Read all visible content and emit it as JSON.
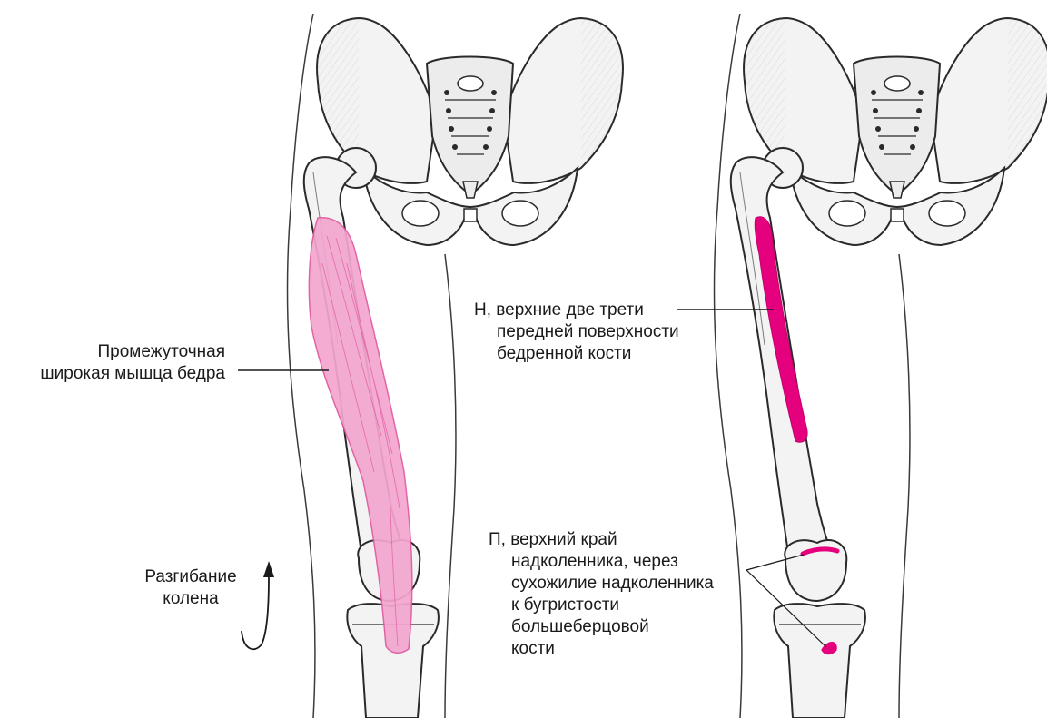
{
  "labels": {
    "muscle_name": [
      "Промежуточная",
      "широкая мышца бедра"
    ],
    "action": [
      "Разгибание",
      "колена"
    ],
    "origin": [
      "Н, верхние две трети",
      "передней поверхности",
      "бедренной кости"
    ],
    "insertion": [
      "П, верхний край",
      "надколенника, через",
      "сухожилие надколенника",
      "к бугристости",
      "большеберцовой",
      "кости"
    ]
  },
  "colors": {
    "muscle_fill": "#f4a6cf",
    "muscle_stroke": "#e0579f",
    "attachment": "#e5007e",
    "bone_fill": "#f3f3f3",
    "bone_stroke": "#2a2a2a",
    "text": "#1a1a1a"
  }
}
